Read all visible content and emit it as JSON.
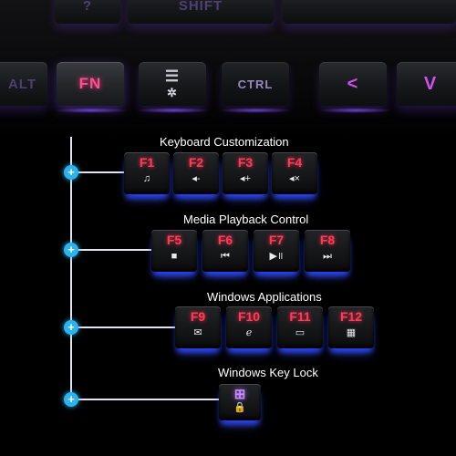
{
  "top_row": {
    "partial_labels": [
      "?",
      "SHIFT",
      "ALT",
      "CTRL",
      "<",
      "V"
    ],
    "fn_key": "FN",
    "menu_key_icon": "menu-list-icon",
    "backlight_icon": "sun-brightness-icon"
  },
  "sections": [
    {
      "title": "Keyboard Customization",
      "keys": [
        {
          "label": "F1",
          "icon": "♫",
          "icon_name": "music-note-icon"
        },
        {
          "label": "F2",
          "icon": "◂‑",
          "icon_name": "volume-down-icon"
        },
        {
          "label": "F3",
          "icon": "◂+",
          "icon_name": "volume-up-icon"
        },
        {
          "label": "F4",
          "icon": "◂×",
          "icon_name": "mute-icon"
        }
      ]
    },
    {
      "title": "Media Playback Control",
      "keys": [
        {
          "label": "F5",
          "icon": "■",
          "icon_name": "stop-icon"
        },
        {
          "label": "F6",
          "icon": "⏮",
          "icon_name": "previous-track-icon"
        },
        {
          "label": "F7",
          "icon": "▶॥",
          "icon_name": "play-pause-icon"
        },
        {
          "label": "F8",
          "icon": "⏭",
          "icon_name": "next-track-icon"
        }
      ]
    },
    {
      "title": "Windows Applications",
      "keys": [
        {
          "label": "F9",
          "icon": "✉",
          "icon_name": "mail-icon"
        },
        {
          "label": "F10",
          "icon": "ℯ",
          "icon_name": "browser-icon"
        },
        {
          "label": "F11",
          "icon": "▭",
          "icon_name": "my-computer-icon"
        },
        {
          "label": "F12",
          "icon": "▦",
          "icon_name": "calculator-icon"
        }
      ]
    },
    {
      "title": "Windows Key Lock",
      "keys": [
        {
          "label": "⊞",
          "icon": "🔒",
          "icon_name": "lock-icon"
        }
      ]
    }
  ],
  "colors": {
    "background": "#000000",
    "legend_red": "#ff3b55",
    "fn_pink": "#ff4f8f",
    "backlight_blue": "#3a4cff",
    "node_blue": "#2ab3ee",
    "line": "#dfe6ee",
    "title_text": "#ffffff"
  }
}
